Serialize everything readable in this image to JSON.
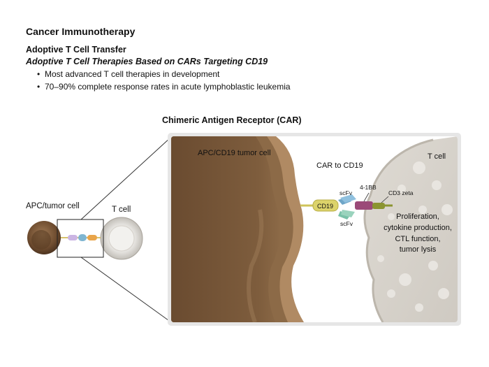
{
  "header": {
    "title": "Cancer Immunotherapy",
    "subtitle": "Adoptive T Cell Transfer",
    "subtitle_italic": "Adoptive T Cell Therapies Based on CARs Targeting CD19",
    "bullets": [
      "Most advanced T cell therapies in development",
      "70–90% complete response rates in acute lymphoblastic leukemia"
    ]
  },
  "figure": {
    "title": "Chimeric Antigen Receptor (CAR)",
    "small_view": {
      "apc_label": "APC/tumor cell",
      "tcell_label": "T cell"
    },
    "zoom_view": {
      "apc_label": "APC/CD19 tumor cell",
      "car_label": "CAR to CD19",
      "tcell_label": "T cell",
      "cd19_label": "CD19",
      "scfv_top_label": "scFv",
      "scfv_bottom_label": "scFv",
      "costim_label": "4-1BB",
      "cd3_label": "CD3 zeta",
      "outcome_lines": [
        "Proliferation,",
        "cytokine production,",
        "CTL function,",
        "tumor lysis"
      ]
    }
  },
  "colors": {
    "tumor_brown": "#7d5b3a",
    "tcell_gray": "#d6d2cb",
    "cd19_yellow": "#dcd36a",
    "scfv_blue": "#6fa6c8",
    "scfv_green": "#79c1a8",
    "costim_magenta": "#9b4a78",
    "cd3_olive": "#8b9430"
  }
}
